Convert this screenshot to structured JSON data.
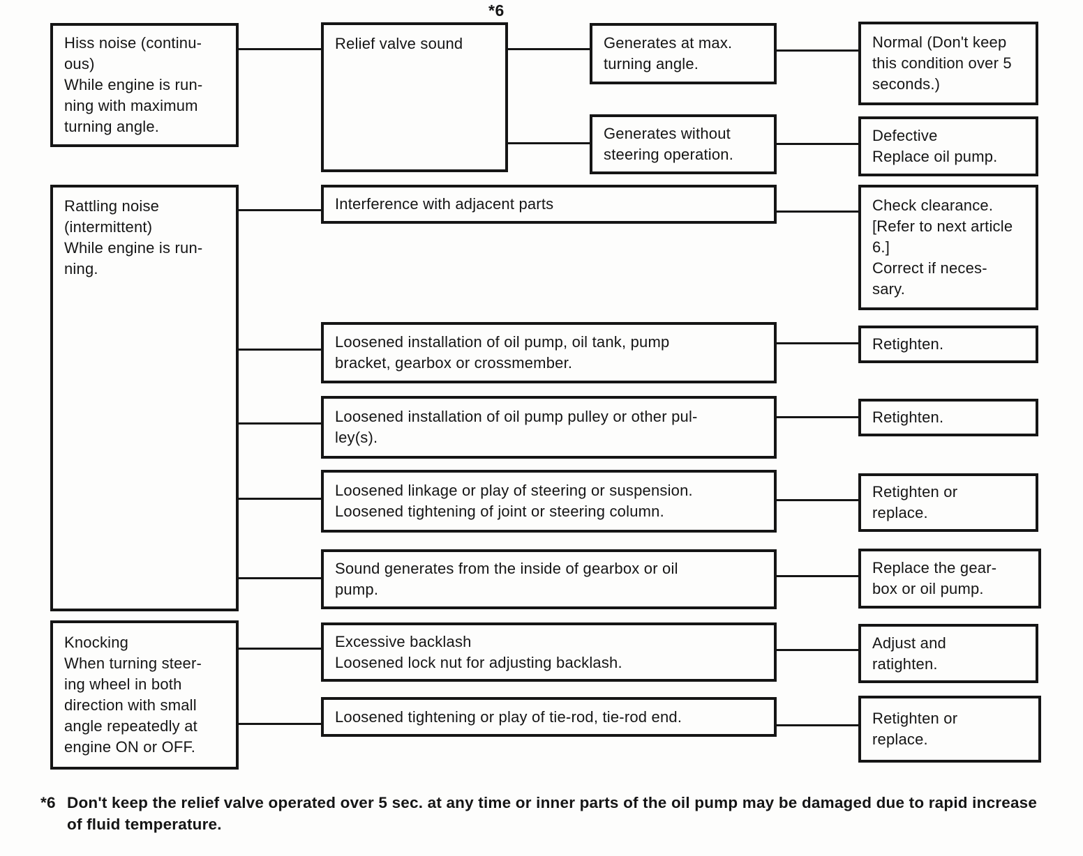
{
  "ink_color": "#151515",
  "paper_color": "#fdfdfc",
  "relief_valve_note_marker": "*6",
  "groups": {
    "hiss": {
      "symptom": "Hiss noise (continu-\nous)\nWhile engine is run-\nning with maximum\nturning angle.",
      "cause": "Relief valve sound",
      "outcomes": [
        {
          "condition": "Generates at max.\nturning angle.",
          "action": "Normal (Don't keep\nthis condition over 5\nseconds.)"
        },
        {
          "condition": "Generates without\nsteering operation.",
          "action": "Defective\nReplace oil pump."
        }
      ]
    },
    "rattling": {
      "symptom": "Rattling noise\n(intermittent)\nWhile engine is run-\nning.",
      "causes": [
        {
          "cause": "Interference with adjacent parts",
          "action": "Check clearance.\n[Refer to next article\n6.]\nCorrect if neces-\nsary."
        },
        {
          "cause": "Loosened installation of oil pump, oil tank, pump\nbracket, gearbox or crossmember.",
          "action": "Retighten."
        },
        {
          "cause": "Loosened installation of oil pump pulley or other pul-\nley(s).",
          "action": "Retighten."
        },
        {
          "cause": "Loosened linkage or play of steering or suspension.\nLoosened tightening of joint or steering column.",
          "action": "Retighten or\nreplace."
        },
        {
          "cause": "Sound generates from the inside of gearbox or oil\npump.",
          "action": "Replace the gear-\nbox or oil pump."
        }
      ]
    },
    "knocking": {
      "symptom": "Knocking\nWhen turning steer-\ning wheel in both\ndirection with small\nangle repeatedly at\nengine ON or OFF.",
      "causes": [
        {
          "cause": "Excessive backlash\nLoosened lock nut for adjusting backlash.",
          "action": "Adjust and\nratighten."
        },
        {
          "cause": "Loosened tightening or play of tie-rod, tie-rod end.",
          "action": "Retighten or\nreplace."
        }
      ]
    }
  },
  "footnote": {
    "marker": "*6",
    "text": "Don't keep the relief valve operated over 5 sec. at any time or inner parts of the oil pump may be damaged due to rapid increase\nof fluid temperature."
  }
}
